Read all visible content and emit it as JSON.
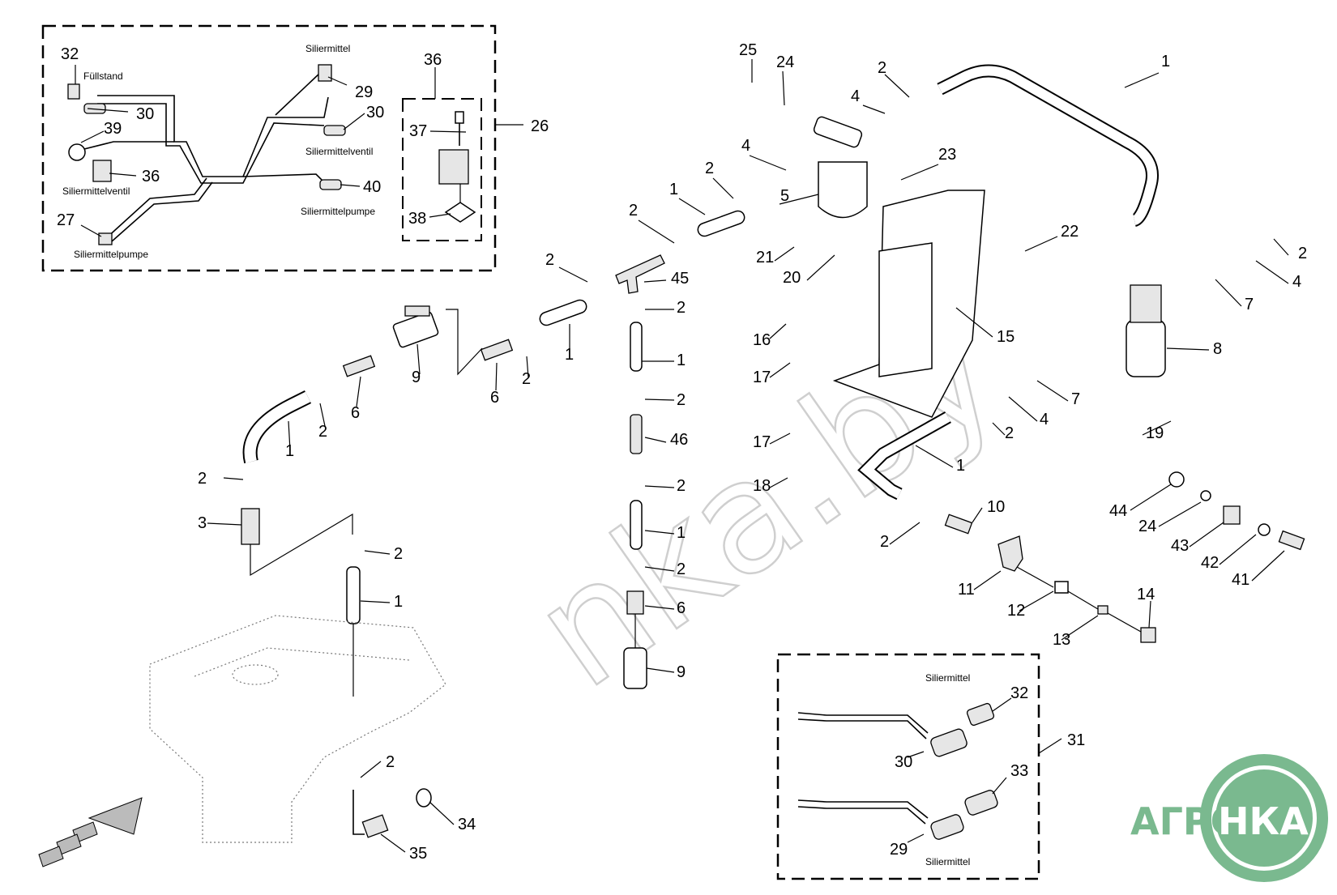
{
  "watermark": "nka.by",
  "logo": {
    "left": "АГРО",
    "right": "НКА",
    "color": "#7ab98f"
  },
  "captions": {
    "fullstand": "Füllstand",
    "siliermittel": "Siliermittel",
    "siliermittelventil": "Siliermittelventil",
    "siliermittelpumpe": "Siliermittelpumpe"
  },
  "callouts": [
    {
      "id": "c32a",
      "text": "32"
    },
    {
      "id": "c30a",
      "text": "30"
    },
    {
      "id": "c39",
      "text": "39"
    },
    {
      "id": "c36a",
      "text": "36"
    },
    {
      "id": "c27",
      "text": "27"
    },
    {
      "id": "c29a",
      "text": "29"
    },
    {
      "id": "c30b",
      "text": "30"
    },
    {
      "id": "c40",
      "text": "40"
    },
    {
      "id": "c36b",
      "text": "36"
    },
    {
      "id": "c37",
      "text": "37"
    },
    {
      "id": "c38",
      "text": "38"
    },
    {
      "id": "c26",
      "text": "26"
    },
    {
      "id": "c25",
      "text": "25"
    },
    {
      "id": "c24a",
      "text": "24"
    },
    {
      "id": "c2a",
      "text": "2"
    },
    {
      "id": "c1a",
      "text": "1"
    },
    {
      "id": "c4a",
      "text": "4"
    },
    {
      "id": "c4b",
      "text": "4"
    },
    {
      "id": "c23",
      "text": "23"
    },
    {
      "id": "c2b",
      "text": "2"
    },
    {
      "id": "c5",
      "text": "5"
    },
    {
      "id": "c1b",
      "text": "1"
    },
    {
      "id": "c2c",
      "text": "2"
    },
    {
      "id": "c21",
      "text": "21"
    },
    {
      "id": "c20",
      "text": "20"
    },
    {
      "id": "c22",
      "text": "22"
    },
    {
      "id": "c2d",
      "text": "2"
    },
    {
      "id": "c4c",
      "text": "4"
    },
    {
      "id": "c7a",
      "text": "7"
    },
    {
      "id": "c2e",
      "text": "2"
    },
    {
      "id": "c45",
      "text": "45"
    },
    {
      "id": "c2f",
      "text": "2"
    },
    {
      "id": "c1c",
      "text": "1"
    },
    {
      "id": "c1d",
      "text": "1"
    },
    {
      "id": "c9a",
      "text": "9"
    },
    {
      "id": "c6a",
      "text": "6"
    },
    {
      "id": "c6b",
      "text": "6"
    },
    {
      "id": "c2g",
      "text": "2"
    },
    {
      "id": "c2h",
      "text": "2"
    },
    {
      "id": "c1e",
      "text": "1"
    },
    {
      "id": "c16",
      "text": "16"
    },
    {
      "id": "c15",
      "text": "15"
    },
    {
      "id": "c8",
      "text": "8"
    },
    {
      "id": "c17a",
      "text": "17"
    },
    {
      "id": "c2i",
      "text": "2"
    },
    {
      "id": "c46",
      "text": "46"
    },
    {
      "id": "c7b",
      "text": "7"
    },
    {
      "id": "c4d",
      "text": "4"
    },
    {
      "id": "c2j",
      "text": "2"
    },
    {
      "id": "c19",
      "text": "19"
    },
    {
      "id": "c17b",
      "text": "17"
    },
    {
      "id": "c1f",
      "text": "1"
    },
    {
      "id": "c2k",
      "text": "2"
    },
    {
      "id": "c2l",
      "text": "2"
    },
    {
      "id": "c18",
      "text": "18"
    },
    {
      "id": "c3",
      "text": "3"
    },
    {
      "id": "c1g",
      "text": "1"
    },
    {
      "id": "c2m",
      "text": "2"
    },
    {
      "id": "c2n",
      "text": "2"
    },
    {
      "id": "c6c",
      "text": "6"
    },
    {
      "id": "c1h",
      "text": "1"
    },
    {
      "id": "c9b",
      "text": "9"
    },
    {
      "id": "c10",
      "text": "10"
    },
    {
      "id": "c2o",
      "text": "2"
    },
    {
      "id": "c11",
      "text": "11"
    },
    {
      "id": "c12",
      "text": "12"
    },
    {
      "id": "c13",
      "text": "13"
    },
    {
      "id": "c14",
      "text": "14"
    },
    {
      "id": "c44",
      "text": "44"
    },
    {
      "id": "c24b",
      "text": "24"
    },
    {
      "id": "c43",
      "text": "43"
    },
    {
      "id": "c42",
      "text": "42"
    },
    {
      "id": "c41",
      "text": "41"
    },
    {
      "id": "c2p",
      "text": "2"
    },
    {
      "id": "c34",
      "text": "34"
    },
    {
      "id": "c35",
      "text": "35"
    },
    {
      "id": "c32b",
      "text": "32"
    },
    {
      "id": "c31",
      "text": "31"
    },
    {
      "id": "c30c",
      "text": "30"
    },
    {
      "id": "c33",
      "text": "33"
    },
    {
      "id": "c29b",
      "text": "29"
    },
    {
      "id": "c2q",
      "text": "2"
    }
  ]
}
